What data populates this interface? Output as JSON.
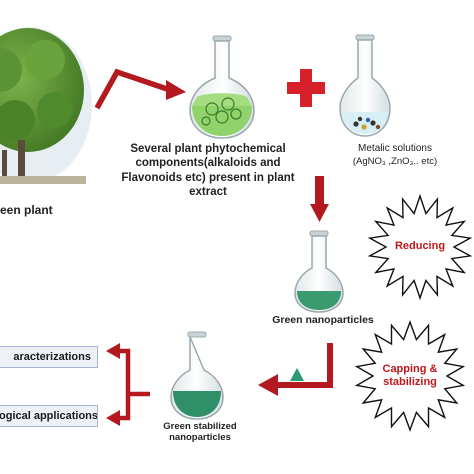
{
  "labels": {
    "green_plant": "een plant",
    "phytochemical": "Several plant phytochemical components(alkaloids and Flavonoids etc) present in plant extract",
    "metallic_title": "Metalic solutions",
    "metallic_formula": "(AgNO₃ ,ZnO₃.. etc)",
    "green_nanoparticles": "Green nanoparticles",
    "green_stabilized": "Green stabilized nanoparticles"
  },
  "bursts": {
    "reducing": "Reducing",
    "capping": "Capping & stabilizing"
  },
  "applications": [
    "aracterizations",
    "ogical applications"
  ],
  "colors": {
    "arrow": "#b3191f",
    "plus": "#d6202a",
    "green_liquid": "#3a9a70",
    "light_green_liquid": "#8fd36a",
    "triangle": "#2a9a72",
    "box_fill": "#eef1f8",
    "box_border": "#a7b4d2"
  }
}
